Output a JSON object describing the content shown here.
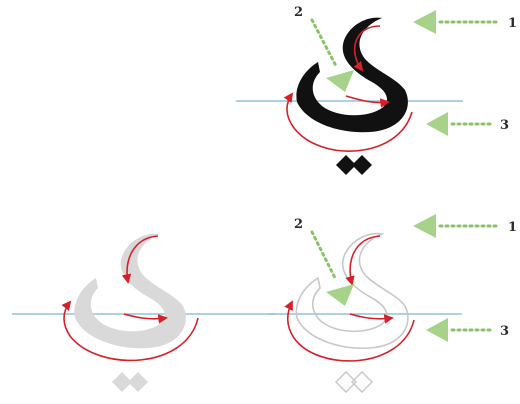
{
  "diagram": {
    "colors": {
      "baseline": "#7fb3d5",
      "stroke_arrow": "#d8202a",
      "pointer": "#a6d28a",
      "pointer_dots": "#8cc26a",
      "ink": "#111111",
      "ghost_fill": "#d9d9d9",
      "outline": "#c8c8c8"
    },
    "panels": [
      {
        "id": "top",
        "style": "solid-ink",
        "labels": {
          "one": "1",
          "two": "2",
          "three": "3"
        }
      },
      {
        "id": "bottom-left",
        "style": "ghost-fill"
      },
      {
        "id": "bottom-right",
        "style": "outline",
        "labels": {
          "one": "1",
          "two": "2",
          "three": "3"
        }
      }
    ]
  }
}
